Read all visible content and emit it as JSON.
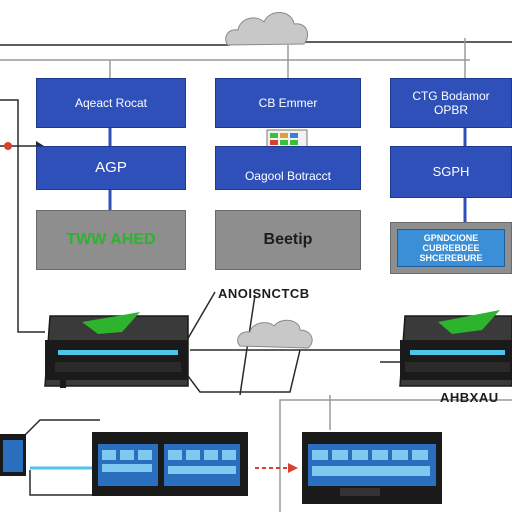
{
  "boxes": {
    "col1_top": "Aqeact Rocat",
    "col1_mid": "AGP",
    "col1_bottom": "TWW AHED",
    "col2_top": "CB Emmer",
    "col2_mid": "Oagool Botracct",
    "col2_bottom": "Beetip",
    "col3_top": "CTG Bodamor",
    "col3_top_line2": "OPBR",
    "col3_mid": "SGPH",
    "col3_bottom": "GPNDCIONE CUBREBDEE SHCEREBURE"
  },
  "labels": {
    "center": "ANOISNCTCB",
    "right": "AHBXAU"
  },
  "colors": {
    "box_blue": "#2f50b8",
    "box_grey": "#8e8e8e",
    "accent_green": "#2db32d",
    "screen_blue": "#3a8fd6",
    "device_dark": "#1a1a1a",
    "line": "#2a2a2a",
    "arrow_red": "#d94030"
  },
  "icons": [
    "cloud-icon",
    "spreadsheet-icon",
    "network-device-icon",
    "monitor-panel-icon",
    "arrow-right-icon"
  ]
}
